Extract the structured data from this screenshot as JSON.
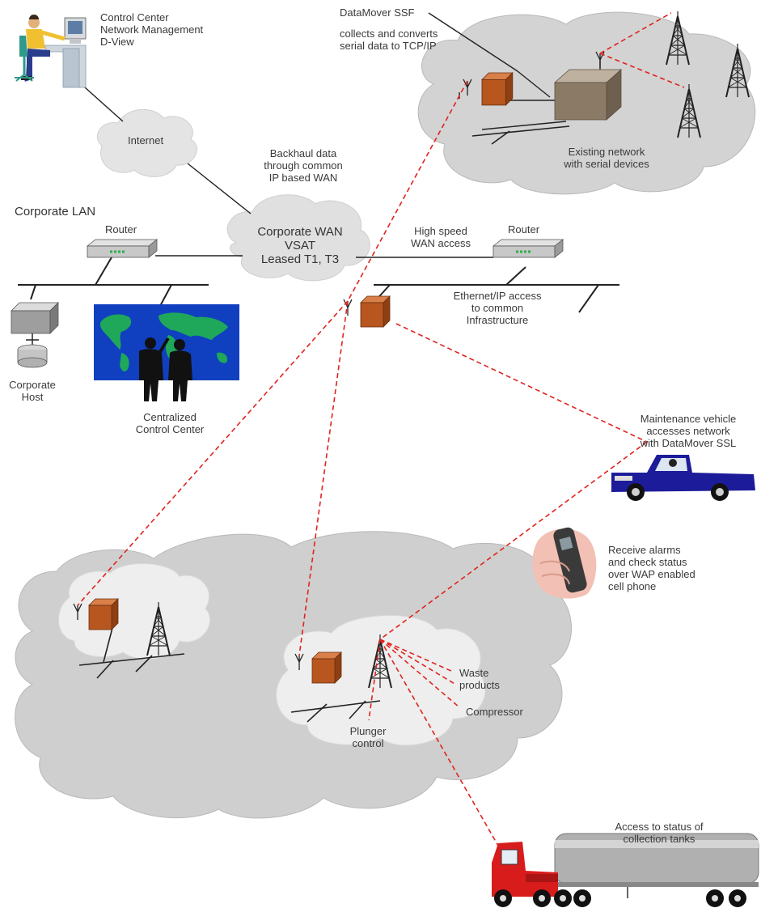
{
  "labels": {
    "control_center": [
      "Control Center",
      "Network Management",
      "D-View"
    ],
    "datamover_ssf": "DataMover SSF",
    "collects_converts": [
      "collects and converts",
      "serial data to TCP/IP"
    ],
    "internet": "Internet",
    "backhaul": [
      "Backhaul data",
      "through common",
      "IP based WAN"
    ],
    "existing_network": [
      "Existing network",
      "with serial devices"
    ],
    "corporate_lan": "Corporate LAN",
    "router_left": "Router",
    "router_right": "Router",
    "corporate_wan": [
      "Corporate WAN",
      "VSAT",
      "Leased T1, T3"
    ],
    "high_speed": [
      "High speed",
      "WAN access"
    ],
    "ethernet_ip": [
      "Ethernet/IP access",
      "to common",
      "Infrastructure"
    ],
    "corporate_host": [
      "Corporate",
      "Host"
    ],
    "centralized": [
      "Centralized",
      "Control Center"
    ],
    "maintenance": [
      "Maintenance vehicle",
      "accesses network",
      "with DataMover SSL"
    ],
    "receive_alarms": [
      "Receive alarms",
      "and check status",
      "over WAP enabled",
      "cell phone"
    ],
    "waste": [
      "Waste",
      "products"
    ],
    "compressor": "Compressor",
    "plunger": [
      "Plunger",
      "control"
    ],
    "access_status": [
      "Access to status of",
      "collection tanks"
    ]
  },
  "colors": {
    "cloud_dark": "#cfcfcf",
    "cloud_light": "#eeeeee",
    "radio_link": "#e0231f",
    "box_orange": "#b8561f",
    "box_tan": "#8a7a66",
    "line": "#222222",
    "map_blue": "#1040c0",
    "map_green": "#1fa85a",
    "truck_blue": "#1c1c9a",
    "truck_red": "#d81c1c",
    "tank_gray": "#b0b0b0"
  }
}
